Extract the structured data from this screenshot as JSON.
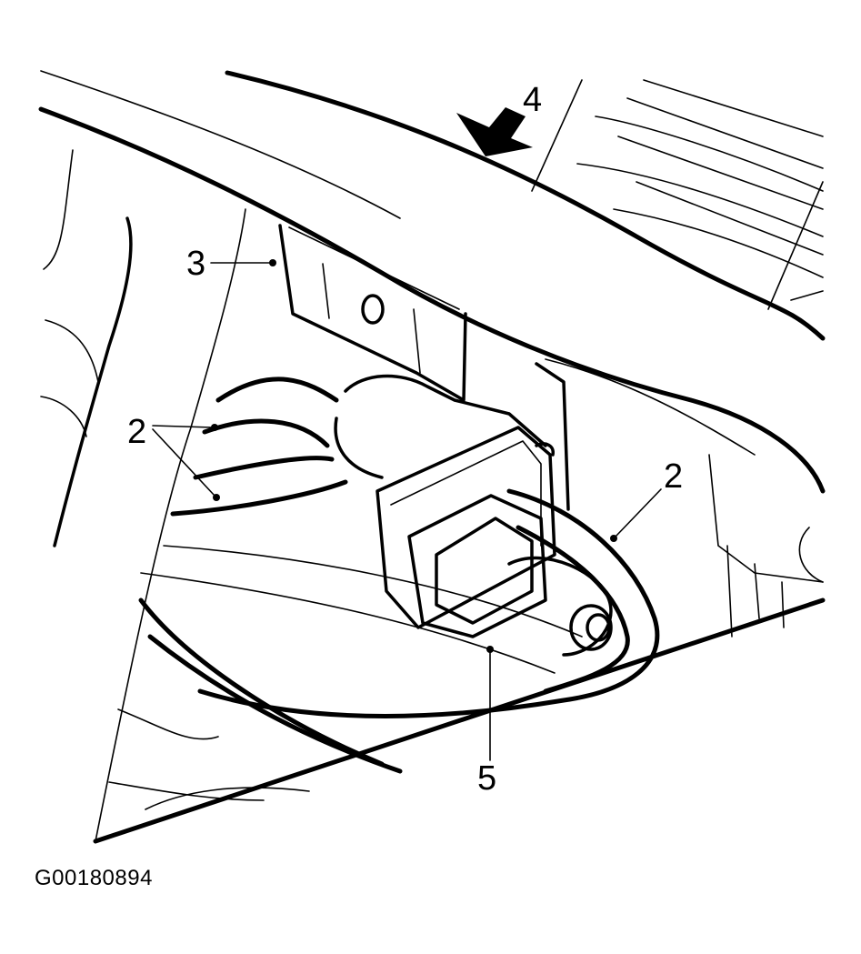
{
  "figure_id": "G00180894",
  "callouts": {
    "c2_left": "2",
    "c2_right": "2",
    "c3": "3",
    "c4": "4",
    "c5": "5"
  }
}
